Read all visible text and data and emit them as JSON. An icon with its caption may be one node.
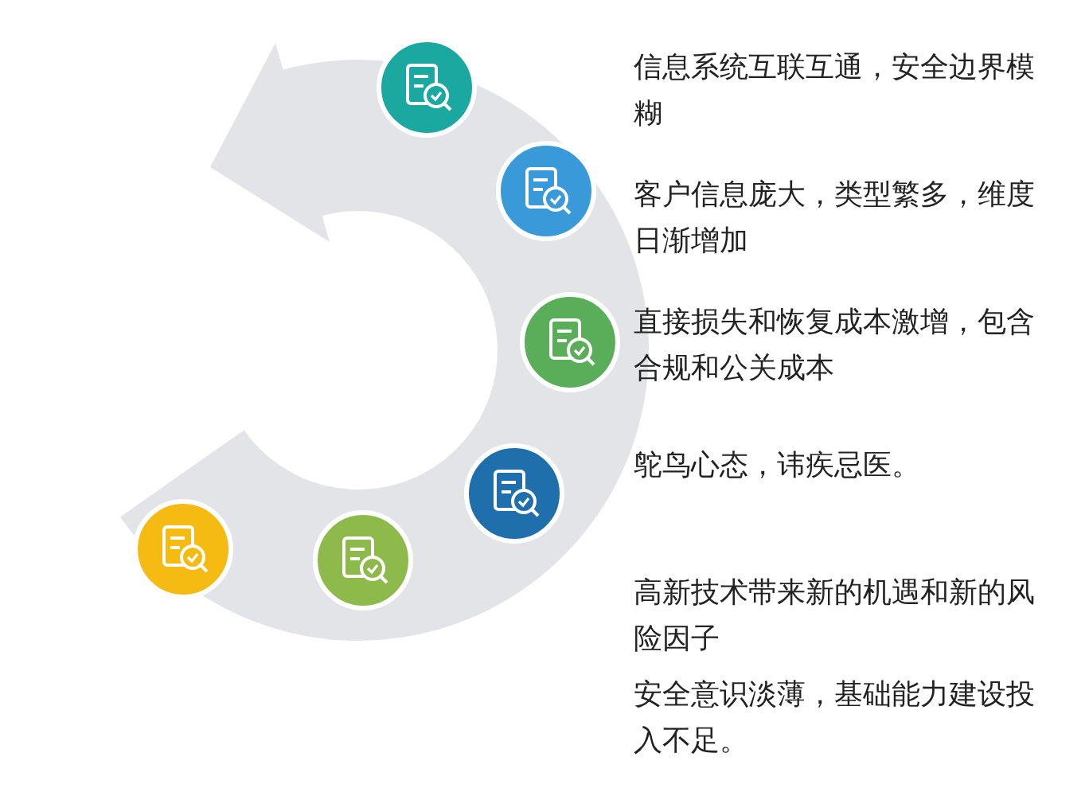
{
  "diagram": {
    "labels": [
      "信息系统互联互通，安全边界模糊",
      "客户信息庞大，类型繁多，维度日渐增加",
      "直接损失和恢复成本激增，包含合规和公关成本",
      "鸵鸟心态，讳疾忌医。",
      "高新技术带来新的机遇和新的风险因子",
      "安全意识淡薄，基础能力建设投入不足。"
    ]
  }
}
